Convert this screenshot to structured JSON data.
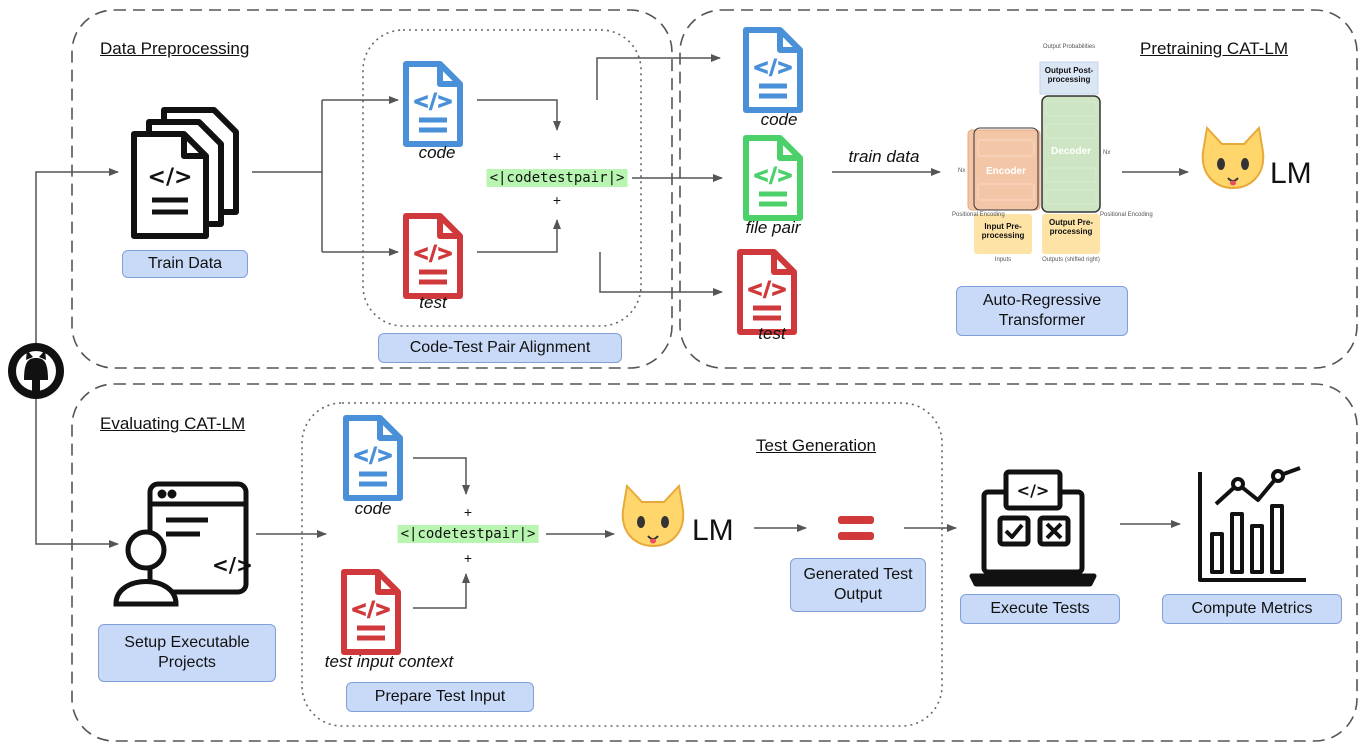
{
  "sections": {
    "data_preprocessing": "Data Preprocessing",
    "pretraining": "Pretraining CAT-LM",
    "evaluating": "Evaluating CAT-LM",
    "test_generation": "Test Generation"
  },
  "labels": {
    "train_data": "Train Data",
    "code": "code",
    "test": "test",
    "file_pair": "file pair",
    "train_data_arrow": "train data",
    "code_test_pair_alignment": "Code-Test Pair Alignment",
    "auto_regressive": "Auto-Regressive Transformer",
    "lm": "LM",
    "code_eval": "code",
    "test_input_context": "test input context",
    "prepare_test_input": "Prepare Test Input",
    "generated_test_output": "Generated Test Output",
    "execute_tests": "Execute Tests",
    "compute_metrics": "Compute Metrics",
    "setup_executable": "Setup Executable Projects",
    "token": "<|codetestpair|>",
    "plus": "+"
  },
  "transformer": {
    "output_probabilities": "Output Probabilities",
    "output_post": "Output Post-processing",
    "encoder": "Encoder",
    "decoder": "Decoder",
    "input_pre": "Input Pre-processing",
    "output_pre": "Output Pre-processing",
    "inputs": "Inputs",
    "outputs": "Outputs (shifted right)",
    "nx": "Nx",
    "positional_left": "Positional Encoding",
    "positional_right": "Positional Encoding"
  },
  "colors": {
    "code_blue": "#4a90d9",
    "test_red": "#d0393b",
    "pair_green": "#4cd06a",
    "pill_fill": "#c9daf8",
    "token_green": "#b7f5b0"
  }
}
